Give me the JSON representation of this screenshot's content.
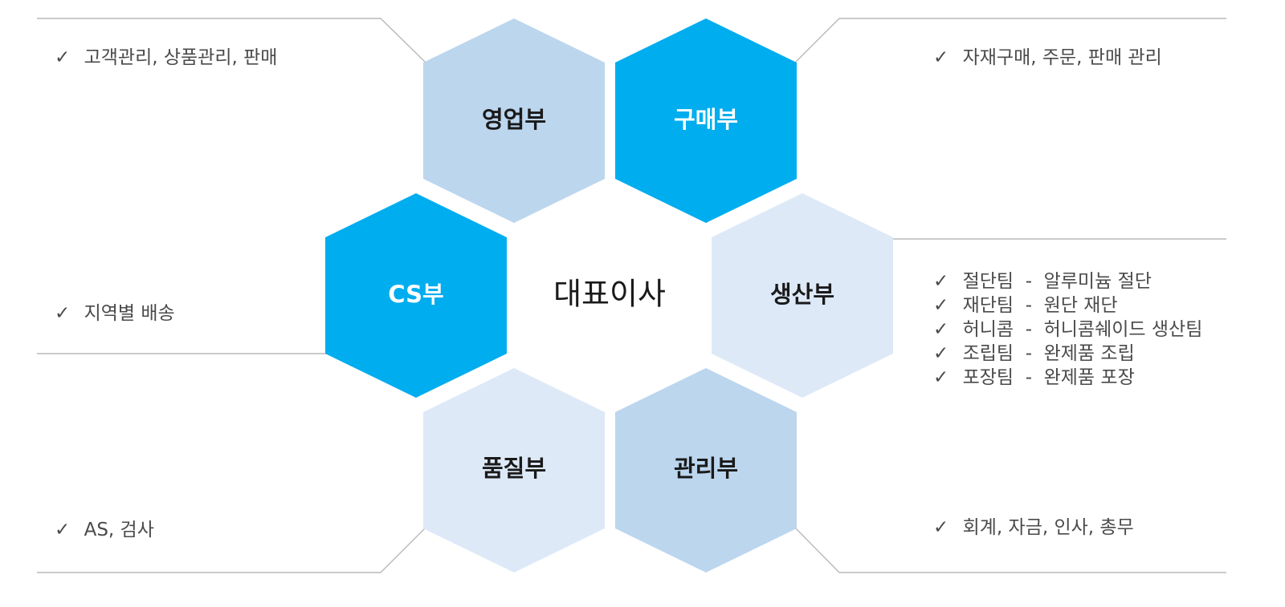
{
  "center": {
    "label": "대표이사"
  },
  "colors": {
    "dark": "#00adee",
    "medium": "#bcd6ee",
    "light": "#dde9f7",
    "line": "#b9b9b9",
    "text_dark": "#1a1a1a",
    "text_light": "#ffffff",
    "desc_text": "#4a4a4a"
  },
  "departments": {
    "sales": {
      "label": "영업부",
      "fill": "medium"
    },
    "purchasing": {
      "label": "구매부",
      "fill": "dark"
    },
    "cs": {
      "label": "CS부",
      "fill": "dark"
    },
    "production": {
      "label": "생산부",
      "fill": "light"
    },
    "quality": {
      "label": "품질부",
      "fill": "light"
    },
    "management": {
      "label": "관리부",
      "fill": "medium"
    }
  },
  "check_mark": "✓",
  "descriptions": {
    "sales": [
      "고객관리, 상품관리, 판매"
    ],
    "purchasing": [
      "자재구매, 주문, 판매 관리"
    ],
    "cs": [
      "지역별 배송"
    ],
    "production": [
      "절단팀  -  알루미늄 절단",
      "재단팀  -  원단 재단",
      "허니콤  -  허니콤쉐이드 생산팀",
      "조립팀  -  완제품 조립",
      "포장팀  -  완제품 포장"
    ],
    "quality": [
      "AS, 검사"
    ],
    "management": [
      "회계, 자금, 인사, 총무"
    ]
  }
}
